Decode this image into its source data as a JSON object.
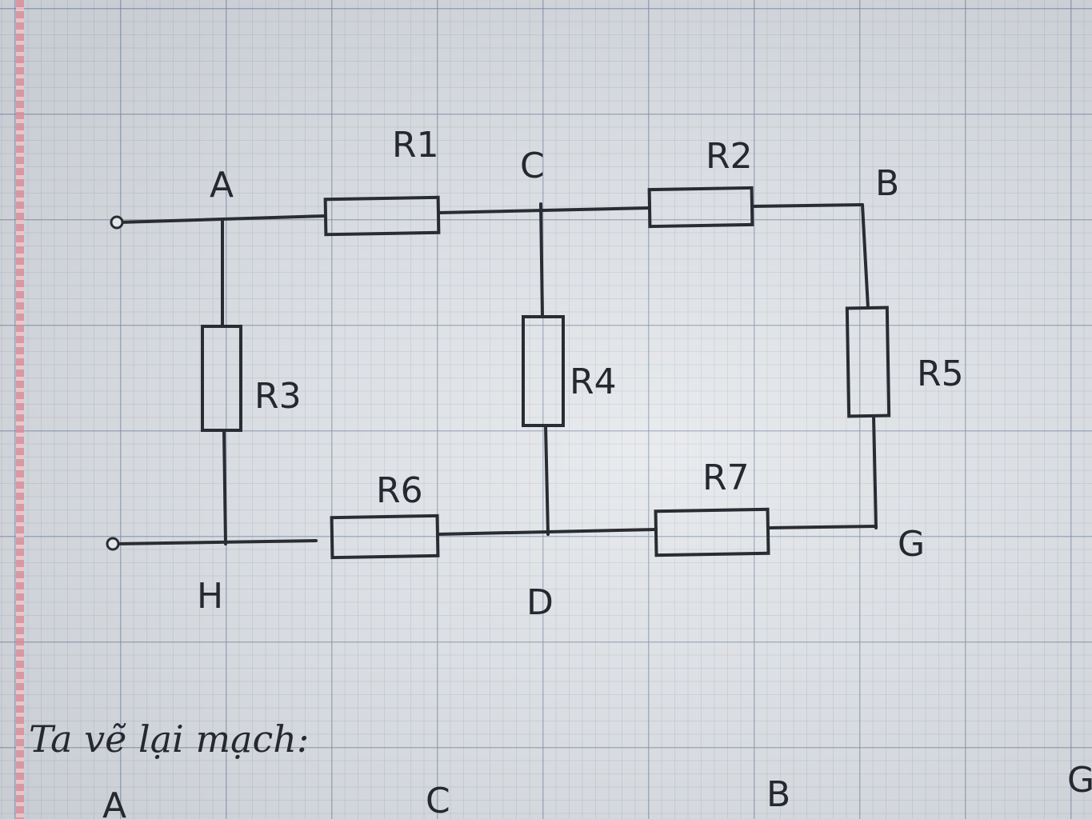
{
  "nodes": {
    "A": "A",
    "B": "B",
    "C": "C",
    "D": "D",
    "G": "G",
    "H": "H"
  },
  "resistors": {
    "R1": "R1",
    "R2": "R2",
    "R3": "R3",
    "R4": "R4",
    "R5": "R5",
    "R6": "R6",
    "R7": "R7"
  },
  "note": {
    "text": "Ta vẽ lại mạch:",
    "bottom_labels": [
      "A",
      "C",
      "B",
      "G"
    ]
  }
}
